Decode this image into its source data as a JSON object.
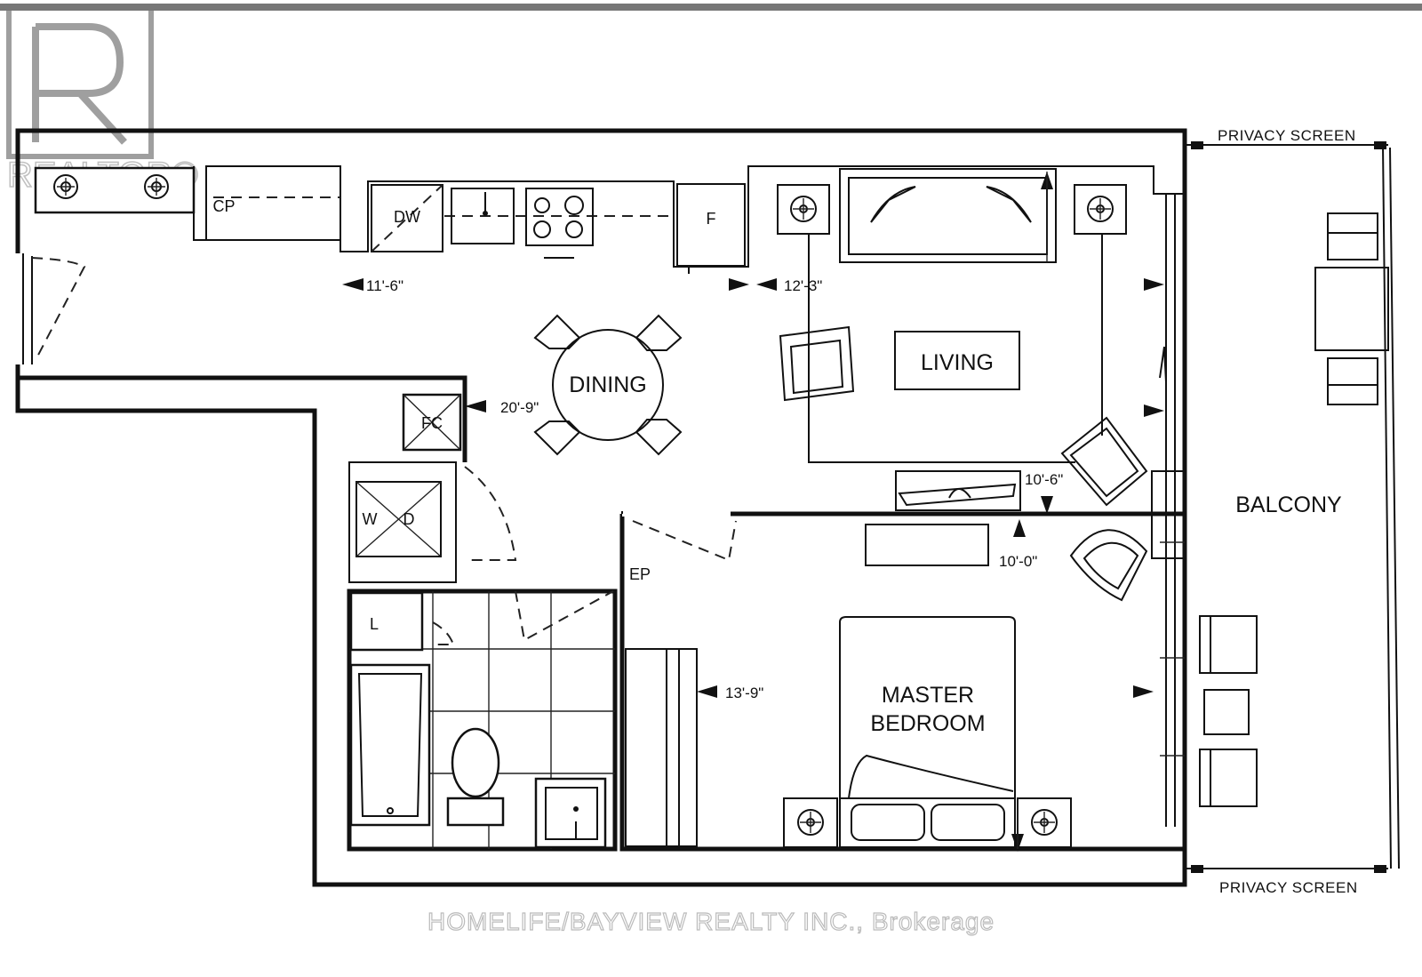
{
  "watermark": {
    "realtor_text": "REALTOR®",
    "brokerage_text": "HOMELIFE/BAYVIEW REALTY INC., Brokerage"
  },
  "rooms": {
    "living": "LIVING",
    "dining": "DINING",
    "master_line1": "MASTER",
    "master_line2": "BEDROOM",
    "balcony": "BALCONY"
  },
  "fixtures": {
    "cp": "CP",
    "dw": "DW",
    "f": "F",
    "fc": "FC",
    "w": "W",
    "d": "D",
    "l": "L",
    "ep": "EP"
  },
  "dimensions": {
    "d1": "11'-6\"",
    "d2": "12'-3\"",
    "d3": "20'-9\"",
    "d4": "10'-6\"",
    "d5": "10'-0\"",
    "d6": "13'-9\""
  },
  "balcony_labels": {
    "top": "PRIVACY SCREEN",
    "bottom": "PRIVACY SCREEN"
  },
  "colors": {
    "ink": "#111111",
    "paper": "#ffffff"
  }
}
